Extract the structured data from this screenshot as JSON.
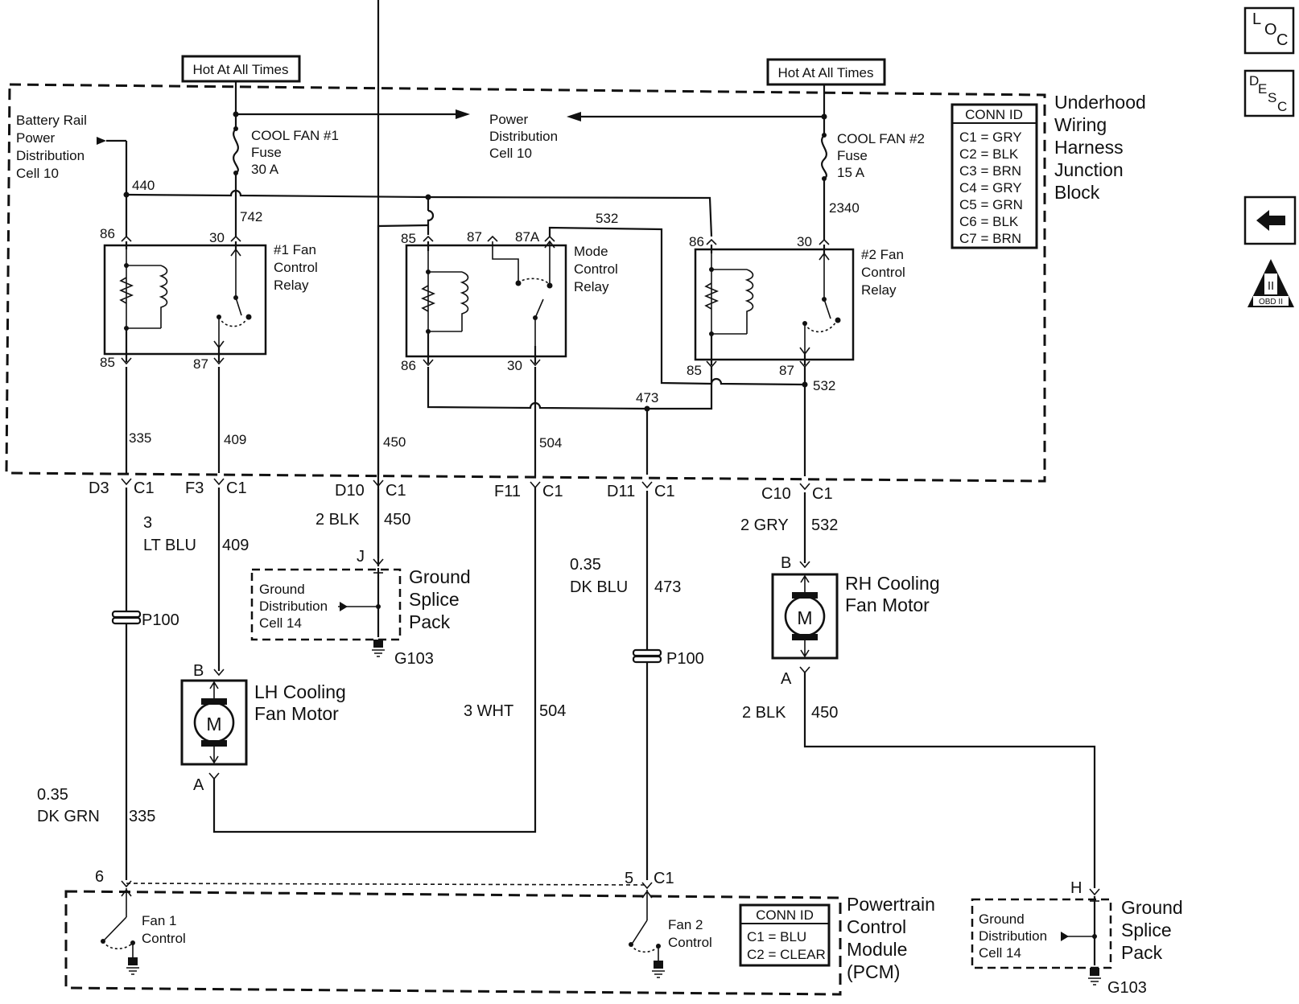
{
  "nav": {
    "loc_l": "L",
    "loc_o": "O",
    "loc_c": "C",
    "desc_d": "D",
    "desc_e": "E",
    "desc_s": "S",
    "desc_c": "C",
    "back_icon": "left-arrow-icon",
    "obd_numeral": "II",
    "obd_label": "OBD II"
  },
  "supply": {
    "hot1": "Hot At All Times",
    "hot2": "Hot At All Times",
    "batt1": "Battery Rail",
    "batt2": "Power",
    "batt3": "Distribution",
    "batt4": "Cell 10",
    "pd1": "Power",
    "pd2": "Distribution",
    "pd3": "Cell 10",
    "fuse1_a": "COOL FAN #1",
    "fuse1_b": "Fuse",
    "fuse1_c": "30 A",
    "fuse2_a": "COOL FAN #2",
    "fuse2_b": "Fuse",
    "fuse2_c": "15 A"
  },
  "junction_block": {
    "l1": "Underhood",
    "l2": "Wiring",
    "l3": "Harness",
    "l4": "Junction",
    "l5": "Block",
    "conn_title": "CONN ID",
    "conn": [
      "C1 = GRY",
      "C2 = BLK",
      "C3 = BRN",
      "C4 = GRY",
      "C5 = GRN",
      "C6 = BLK",
      "C7 = BRN"
    ]
  },
  "relays": {
    "r1_l1": "#1 Fan",
    "r1_l2": "Control",
    "r1_l3": "Relay",
    "mode_l1": "Mode",
    "mode_l2": "Control",
    "mode_l3": "Relay",
    "r2_l1": "#2 Fan",
    "r2_l2": "Control",
    "r2_l3": "Relay",
    "p86": "86",
    "p30": "30",
    "p85": "85",
    "p87": "87",
    "p87a": "87A"
  },
  "circuits": {
    "c440": "440",
    "c742": "742",
    "c2340": "2340",
    "c532": "532",
    "c473": "473",
    "c335": "335",
    "c409": "409",
    "c450": "450",
    "c504": "504"
  },
  "connectors": {
    "d3": "D3",
    "f3": "F3",
    "d10": "D10",
    "f11": "F11",
    "d11": "D11",
    "c10": "C10",
    "c1": "C1"
  },
  "wires": {
    "w409_gauge": "3",
    "w409_color": "LT BLU",
    "w409_num": "409",
    "w450_color": "2 BLK",
    "w450_num": "450",
    "w532_color": "2 GRY",
    "w532_num": "532",
    "w473_gauge": "0.35",
    "w473_color": "DK BLU",
    "w473_num": "473",
    "w504_color": "3 WHT",
    "w504_num": "504",
    "w450b_color": "2 BLK",
    "w450b_num": "450",
    "w335_gauge": "0.35",
    "w335_color": "DK GRN",
    "w335_num": "335"
  },
  "components": {
    "gsp_l1": "Ground",
    "gsp_l2": "Splice",
    "gsp_l3": "Pack",
    "gd_l1": "Ground",
    "gd_l2": "Distribution",
    "gd_l3": "Cell 14",
    "pin_j": "J",
    "pin_b": "B",
    "pin_a": "A",
    "pin_h": "H",
    "g103": "G103",
    "p100": "P100",
    "motor_m": "M",
    "lh_l1": "LH Cooling",
    "lh_l2": "Fan Motor",
    "rh_l1": "RH Cooling",
    "rh_l2": "Fan Motor"
  },
  "pcm": {
    "l1": "Powertrain",
    "l2": "Control",
    "l3": "Module",
    "l4": "(PCM)",
    "pin6": "6",
    "pin5": "5",
    "c1": "C1",
    "fan1_a": "Fan 1",
    "fan1_b": "Control",
    "fan2_a": "Fan 2",
    "fan2_b": "Control",
    "conn_title": "CONN ID",
    "conn": [
      "C1 = BLU",
      "C2 = CLEAR"
    ]
  }
}
